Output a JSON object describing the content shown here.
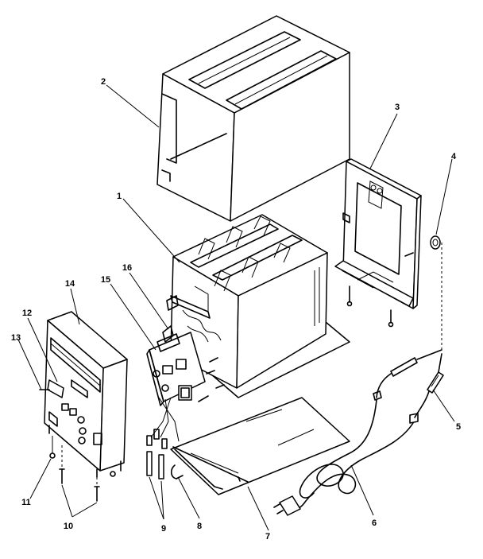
{
  "diagram": {
    "callouts": {
      "c1": "1",
      "c2": "2",
      "c3": "3",
      "c4": "4",
      "c5": "5",
      "c6": "6",
      "c7": "7",
      "c8": "8",
      "c9": "9",
      "c10": "10",
      "c11": "11",
      "c12": "12",
      "c13": "13",
      "c14": "14",
      "c15": "15",
      "c16": "16"
    }
  },
  "colors": {
    "ink": "#000000",
    "paper": "#ffffff"
  }
}
